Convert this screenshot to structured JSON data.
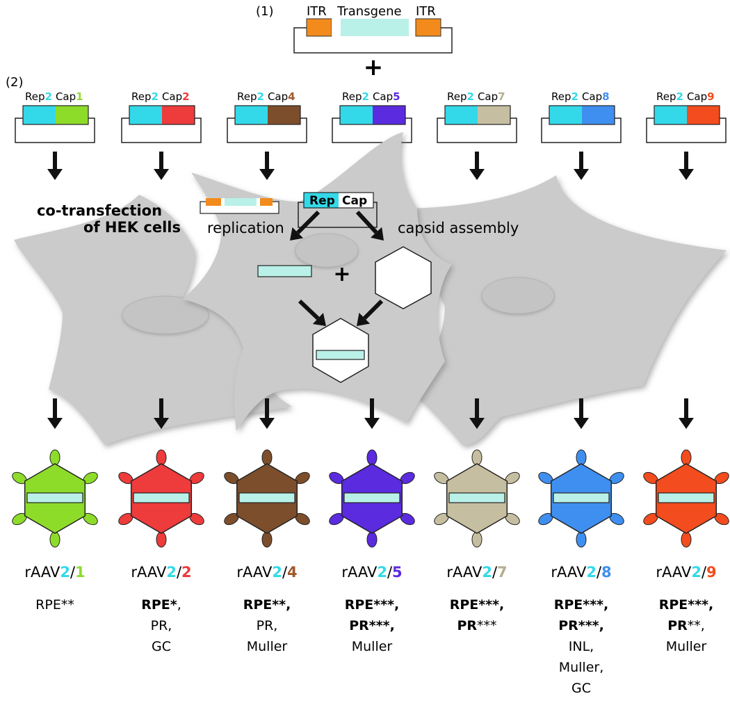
{
  "step1": {
    "number": "(1)",
    "itr_left": "ITR",
    "transgene": "Transgene",
    "itr_right": "ITR",
    "plus": "+"
  },
  "step2": {
    "number": "(2)"
  },
  "colors": {
    "rep": "#34d9e9",
    "itr": "#f28b1c",
    "transgene": "#b9f0e8",
    "cell": "#cbcbcb",
    "cap1": "#8edc2a",
    "cap2": "#ee3b3b",
    "cap4": "#7d4e2c",
    "cap5": "#5b2be0",
    "cap7": "#c6bea0",
    "cap8": "#3f8ff0",
    "cap9": "#f34c1e"
  },
  "plasmids": [
    {
      "rep": "Rep",
      "rep_num": "2",
      "cap": "Cap",
      "cap_num": "1",
      "cap_color": "#8edc2a",
      "num_color": "#8edc2a"
    },
    {
      "rep": "Rep",
      "rep_num": "2",
      "cap": "Cap",
      "cap_num": "2",
      "cap_color": "#ee3b3b",
      "num_color": "#ee3b3b"
    },
    {
      "rep": "Rep",
      "rep_num": "2",
      "cap": "Cap",
      "cap_num": "4",
      "cap_color": "#7d4e2c",
      "num_color": "#a0582a"
    },
    {
      "rep": "Rep",
      "rep_num": "2",
      "cap": "Cap",
      "cap_num": "5",
      "cap_color": "#5b2be0",
      "num_color": "#5b2be0"
    },
    {
      "rep": "Rep",
      "rep_num": "2",
      "cap": "Cap",
      "cap_num": "7",
      "cap_color": "#c6bea0",
      "num_color": "#b5ad8e"
    },
    {
      "rep": "Rep",
      "rep_num": "2",
      "cap": "Cap",
      "cap_num": "8",
      "cap_color": "#3f8ff0",
      "num_color": "#3f8ff0"
    },
    {
      "rep": "Rep",
      "rep_num": "2",
      "cap": "Cap",
      "cap_num": "9",
      "cap_color": "#f34c1e",
      "num_color": "#f34c1e"
    }
  ],
  "cell": {
    "cotransfection_line1": "co-transfection",
    "cotransfection_line2": "of HEK cells",
    "replication": "replication",
    "capsid_assembly": "capsid assembly",
    "rep": "Rep",
    "cap": "Cap",
    "plus": "+"
  },
  "serotypes": [
    {
      "prefix": "rAAV",
      "rep_num": "2",
      "slash": "/",
      "cap_num": "1",
      "tropism": [
        [
          {
            "t": "RPE**",
            "b": false
          }
        ]
      ]
    },
    {
      "prefix": "rAAV",
      "rep_num": "2",
      "slash": "/",
      "cap_num": "2",
      "tropism": [
        [
          {
            "t": "RPE*",
            "b": true
          },
          {
            "t": ",",
            "b": false
          }
        ],
        [
          {
            "t": "PR,",
            "b": false
          }
        ],
        [
          {
            "t": "GC",
            "b": false
          }
        ]
      ]
    },
    {
      "prefix": "rAAV",
      "rep_num": "2",
      "slash": "/",
      "cap_num": "4",
      "tropism": [
        [
          {
            "t": "RPE**,",
            "b": true
          }
        ],
        [
          {
            "t": "PR,",
            "b": false
          }
        ],
        [
          {
            "t": "Muller",
            "b": false
          }
        ]
      ]
    },
    {
      "prefix": "rAAV",
      "rep_num": "2",
      "slash": "/",
      "cap_num": "5",
      "tropism": [
        [
          {
            "t": "RPE***,",
            "b": true
          }
        ],
        [
          {
            "t": "PR***,",
            "b": true
          }
        ],
        [
          {
            "t": "Muller",
            "b": false
          }
        ]
      ]
    },
    {
      "prefix": "rAAV",
      "rep_num": "2",
      "slash": "/",
      "cap_num": "7",
      "tropism": [
        [
          {
            "t": "RPE***,",
            "b": true
          }
        ],
        [
          {
            "t": "PR",
            "b": true
          },
          {
            "t": "***",
            "b": false
          }
        ]
      ]
    },
    {
      "prefix": "rAAV",
      "rep_num": "2",
      "slash": "/",
      "cap_num": "8",
      "tropism": [
        [
          {
            "t": "RPE***,",
            "b": true
          }
        ],
        [
          {
            "t": "PR***,",
            "b": true
          }
        ],
        [
          {
            "t": "INL,",
            "b": false
          }
        ],
        [
          {
            "t": "Muller,",
            "b": false
          }
        ],
        [
          {
            "t": "GC",
            "b": false
          }
        ]
      ]
    },
    {
      "prefix": "rAAV",
      "rep_num": "2",
      "slash": "/",
      "cap_num": "9",
      "tropism": [
        [
          {
            "t": "RPE***,",
            "b": true
          }
        ],
        [
          {
            "t": "PR",
            "b": true
          },
          {
            "t": "**,",
            "b": false
          }
        ],
        [
          {
            "t": "Muller",
            "b": false
          }
        ]
      ]
    }
  ]
}
